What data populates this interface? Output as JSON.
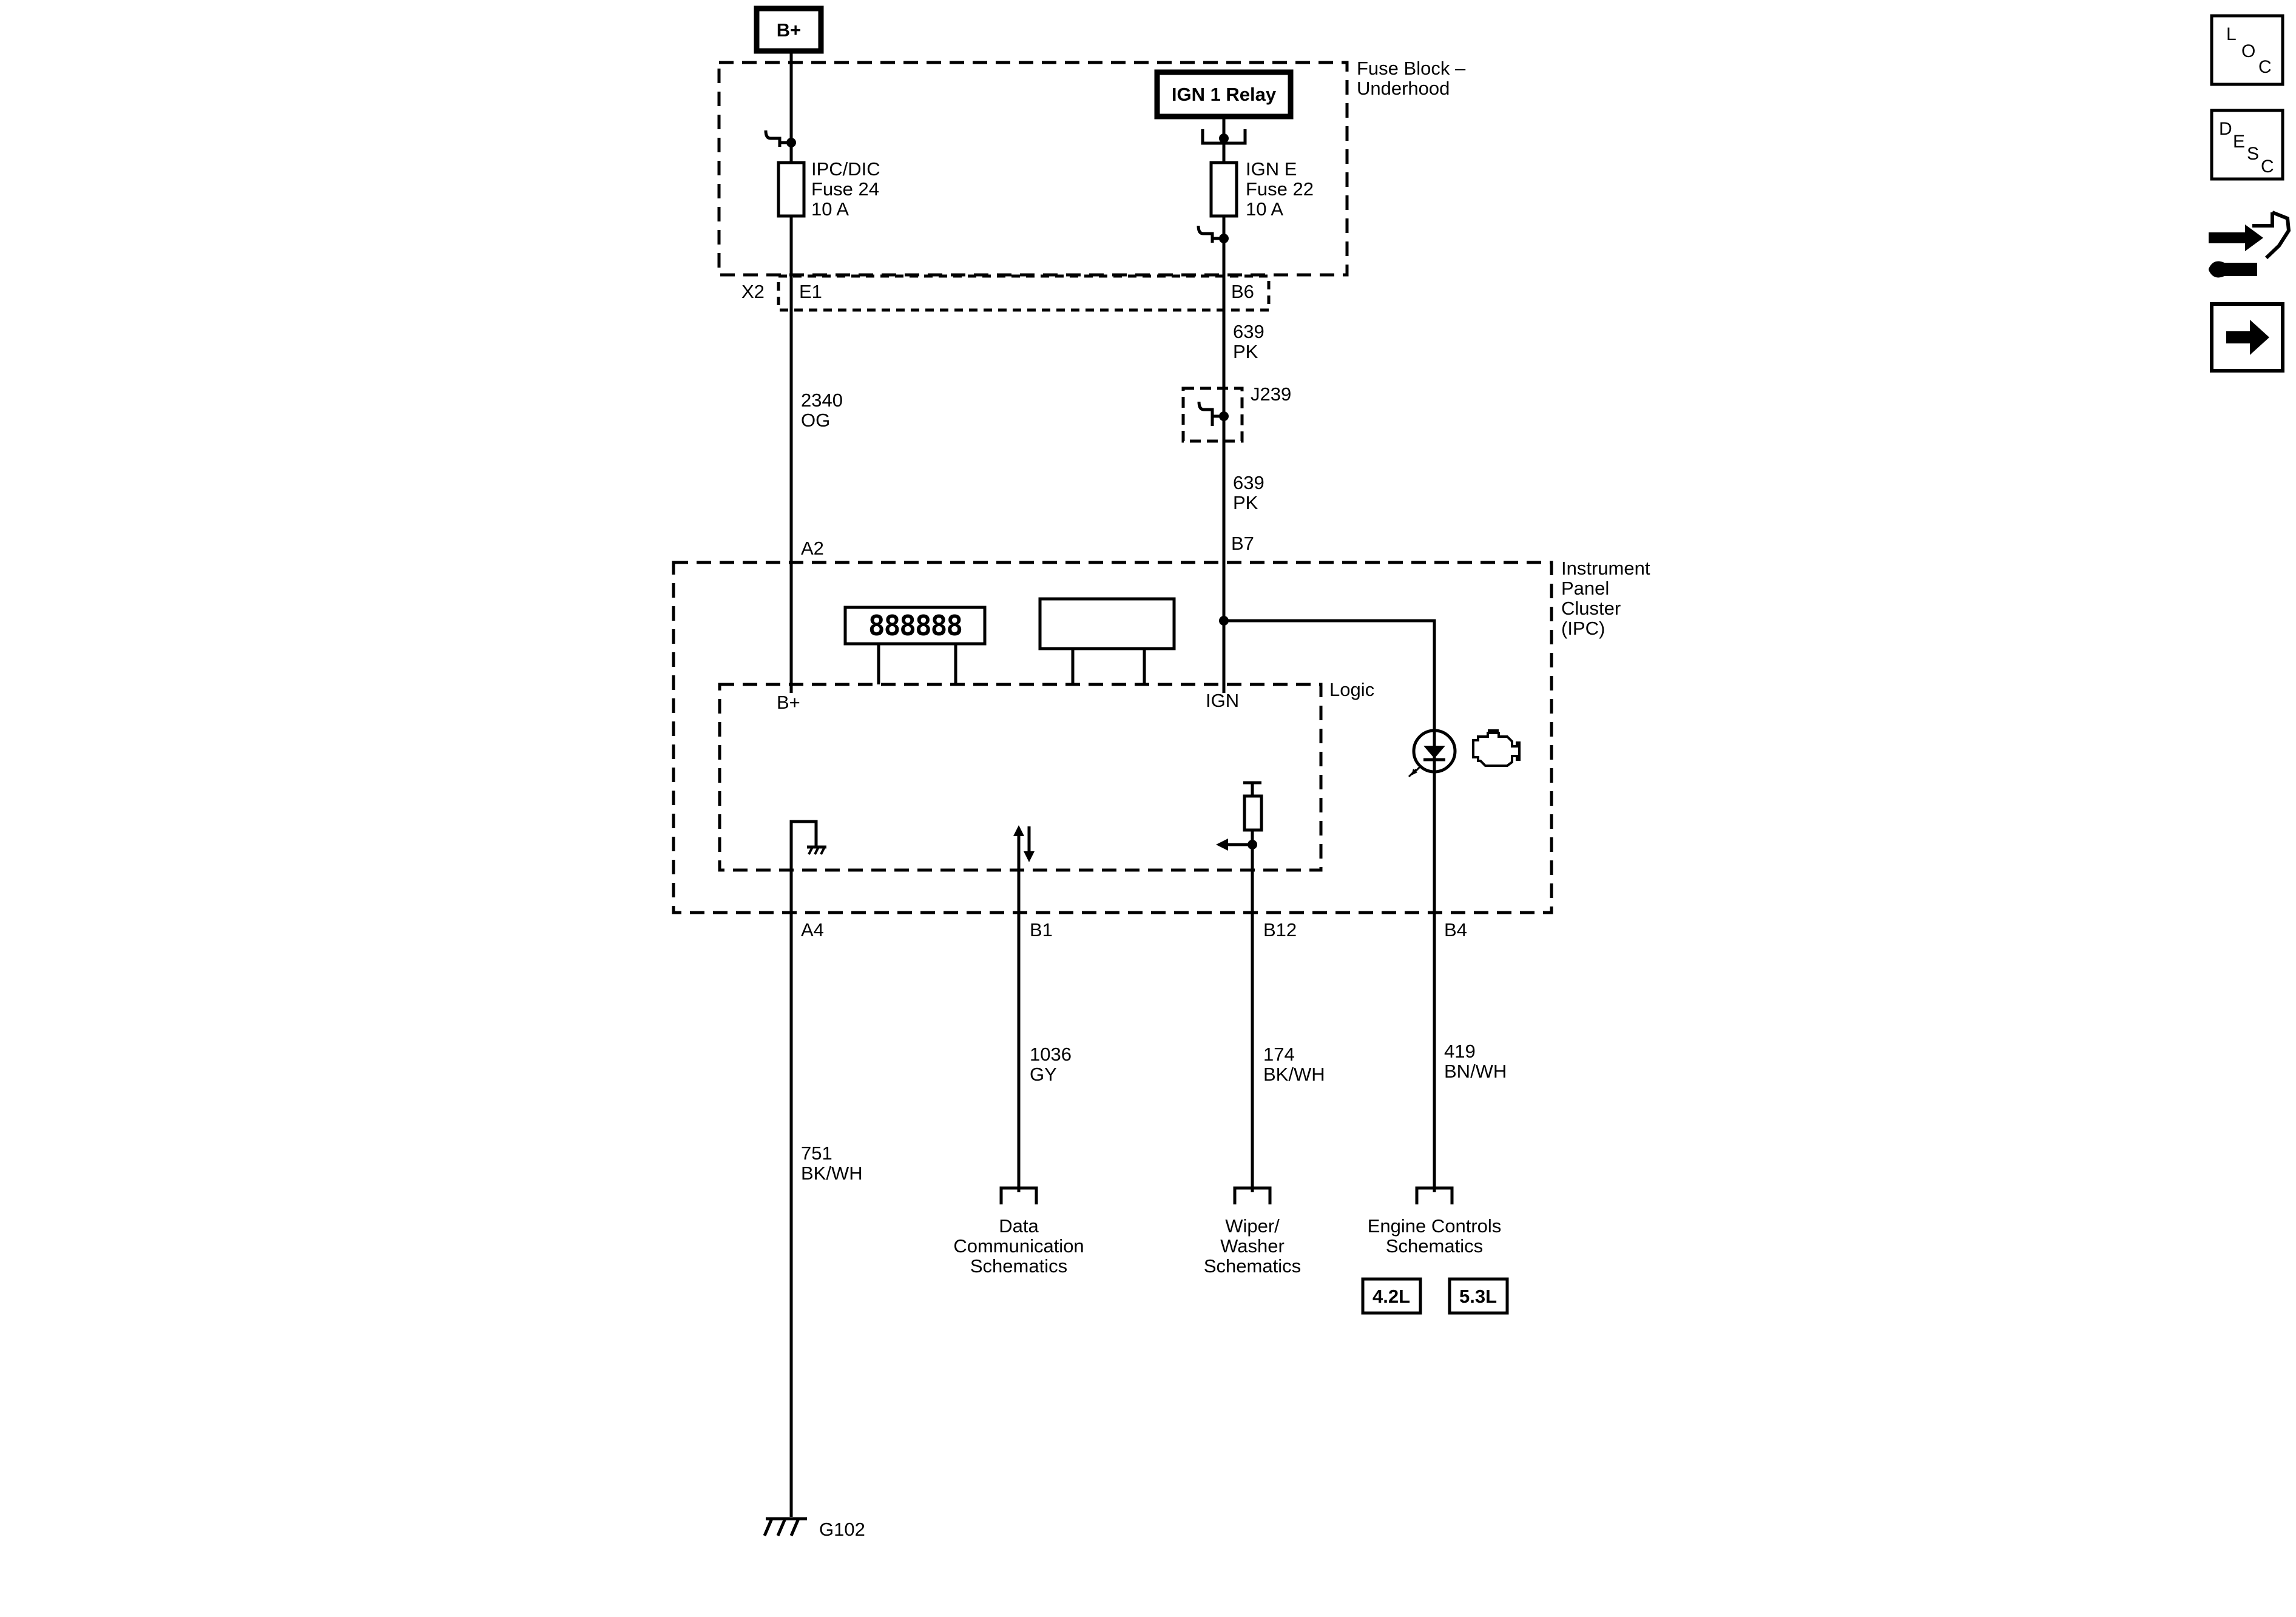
{
  "power": {
    "battery": "B+",
    "relay": "IGN 1 Relay"
  },
  "fuse_block": {
    "title_line1": "Fuse Block –",
    "title_line2": "Underhood",
    "fuse_ipc": {
      "line1": "IPC/DIC",
      "line2": "Fuse 24",
      "line3": "10 A"
    },
    "fuse_ign": {
      "line1": "IGN E",
      "line2": "Fuse 22",
      "line3": "10 A"
    },
    "connector": "X2",
    "pin_left": "E1",
    "pin_right": "B6"
  },
  "wires": {
    "w2340": {
      "circuit": "2340",
      "color": "OG"
    },
    "w639_top": {
      "circuit": "639",
      "color": "PK"
    },
    "w639_bottom": {
      "circuit": "639",
      "color": "PK"
    },
    "w751": {
      "circuit": "751",
      "color": "BK/WH"
    },
    "w1036": {
      "circuit": "1036",
      "color": "GY"
    },
    "w174": {
      "circuit": "174",
      "color": "BK/WH"
    },
    "w419": {
      "circuit": "419",
      "color": "BN/WH"
    }
  },
  "splice": "J239",
  "ipc": {
    "title_line1": "Instrument",
    "title_line2": "Panel",
    "title_line3": "Cluster",
    "title_line4": "(IPC)",
    "pin_a2": "A2",
    "pin_b7": "B7",
    "pin_a4": "A4",
    "pin_b1": "B1",
    "pin_b12": "B12",
    "pin_b4": "B4",
    "odometer_digits": "888888",
    "logic_label": "Logic",
    "logic_bplus": "B+",
    "logic_ign": "IGN"
  },
  "destinations": {
    "data_comm": {
      "line1": "Data",
      "line2": "Communication",
      "line3": "Schematics"
    },
    "wiper": {
      "line1": "Wiper/",
      "line2": "Washer",
      "line3": "Schematics"
    },
    "engine": {
      "line1": "Engine Controls",
      "line2": "Schematics"
    },
    "engine_options": [
      "4.2L",
      "5.3L"
    ]
  },
  "ground": "G102",
  "side_nav": {
    "loc": {
      "l1": "L",
      "l2": "O",
      "l3": "C"
    },
    "desc": {
      "l1": "D",
      "l2": "E",
      "l3": "S",
      "l4": "C"
    },
    "service_icon": "connector-wrench-icon",
    "next_icon": "right-arrow-icon"
  }
}
